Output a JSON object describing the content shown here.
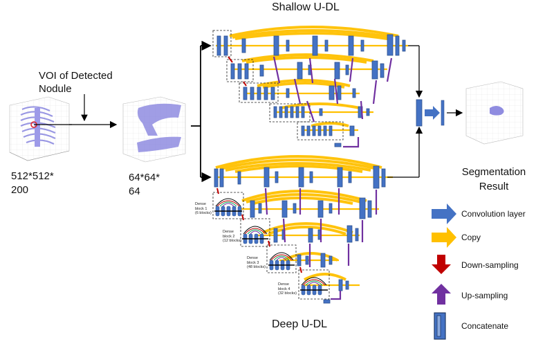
{
  "titles": {
    "shallow": "Shallow U-DL",
    "deep": "Deep U-DL"
  },
  "input": {
    "voi_label": "VOI of Detected Nodule",
    "size_full": "512*512*\n200",
    "size_voi": "64*64*\n64"
  },
  "output": {
    "label": "Segmentation Result"
  },
  "dense_blocks": [
    "Dense\nblock 1\n(6 blocks)",
    "Dense\nblock 2\n(12 blocks)",
    "Dense\nblock 3\n(48 blocks)",
    "Dense\nblock 4\n(32 blocks)"
  ],
  "legend": [
    {
      "label": "Convolution layer",
      "icon": "blue-arrow-icon",
      "color": "#4472c4"
    },
    {
      "label": "Copy",
      "icon": "yellow-arrow-icon",
      "color": "#ffc000"
    },
    {
      "label": "Down-sampling",
      "icon": "red-down-arrow-icon",
      "color": "#c00000"
    },
    {
      "label": "Up-sampling",
      "icon": "purple-up-arrow-icon",
      "color": "#7030a0"
    },
    {
      "label": "Concatenate",
      "icon": "concatenate-icon",
      "color": "#4472c4"
    }
  ],
  "colors": {
    "layer": "#4472c4",
    "layer_stroke": "#2f528f",
    "copy": "#ffc000",
    "down": "#c00000",
    "up": "#7030a0",
    "volume": "#8f8ce0"
  }
}
